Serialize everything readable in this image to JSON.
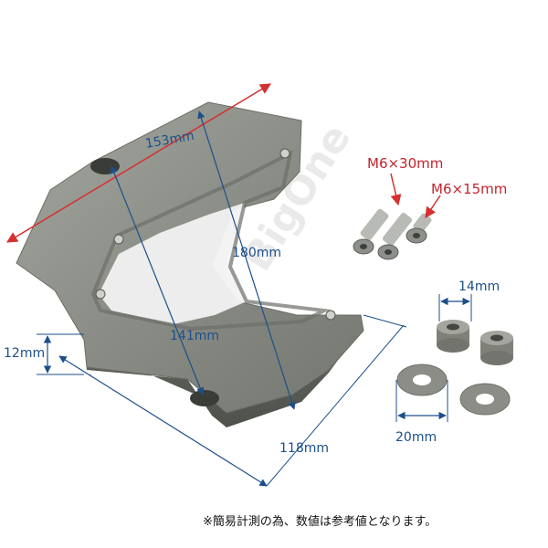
{
  "product_image": {
    "watermark": "BigOne",
    "dimensions": {
      "top_diagonal": "153mm",
      "height": "180mm",
      "inner_width": "141mm",
      "thickness": "12mm",
      "bottom_width": "118mm"
    },
    "bolts": {
      "long": "M6×30mm",
      "short": "M6×15mm"
    },
    "spacers": {
      "collar_diameter": "14mm",
      "washer_diameter": "20mm"
    },
    "footnote": "※簡易計測の為、数値は参考値となります。"
  },
  "colors": {
    "part_gray": "#8c8f88",
    "part_dark": "#62655f",
    "dimension_blue": "#1c4f8a",
    "arrow_red": "#d43030",
    "label_red": "#c4232b"
  }
}
